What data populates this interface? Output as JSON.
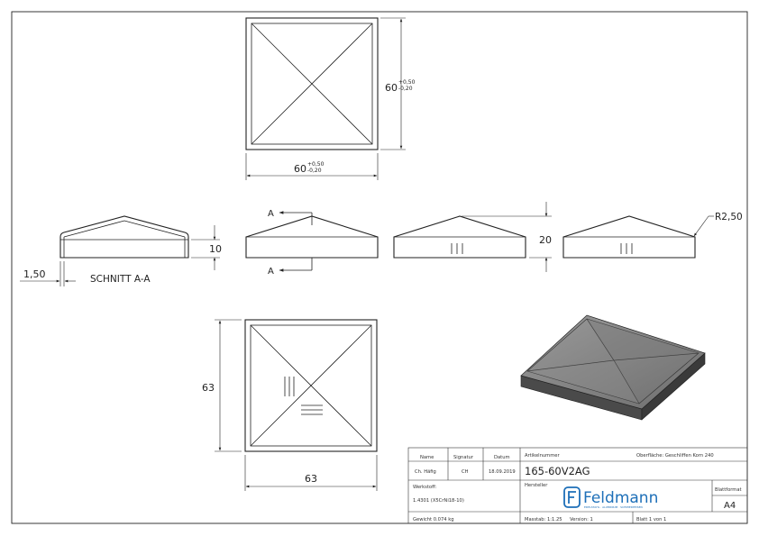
{
  "dimensions": {
    "top_width": "60",
    "top_width_tol_plus": "+0,50",
    "top_width_tol_minus": "-0,20",
    "top_height": "60",
    "top_height_tol_plus": "+0,50",
    "top_height_tol_minus": "-0,20",
    "height_10": "10",
    "height_20": "20",
    "radius": "R2,50",
    "rim": "1,50",
    "bottom_width": "63",
    "bottom_height": "63"
  },
  "section": {
    "label": "SCHNITT A-A",
    "marker_top": "A",
    "marker_bottom": "A"
  },
  "title_block": {
    "col_name": "Name",
    "col_signatur": "Signatur",
    "col_datum": "Datum",
    "name_value": "Ch. Häfig",
    "signatur_value": "CH",
    "datum_value": "18.09.2019",
    "artikel_label": "Artikelnummer",
    "artikel_value": "165-60V2AG",
    "oberflaeche": "Oberfläche: Geschliffen Korn 240",
    "werkstoff_label": "Werkstoff:",
    "werkstoff_value": "1.4301 (X5CrNi18-10)",
    "hersteller_label": "Hersteller",
    "brand": "Feldmann",
    "brand_tagline": "EDELSTAHL · ALUMINIUM · SCHMIEDEEISEN",
    "blattformat_label": "Blattformat",
    "blattformat_value": "A4",
    "gewicht": "Gewicht 0.074 kg",
    "massstab": "Masstab: 1:1.25",
    "version": "Version: 1",
    "blatt": "Blatt 1 von 1"
  }
}
